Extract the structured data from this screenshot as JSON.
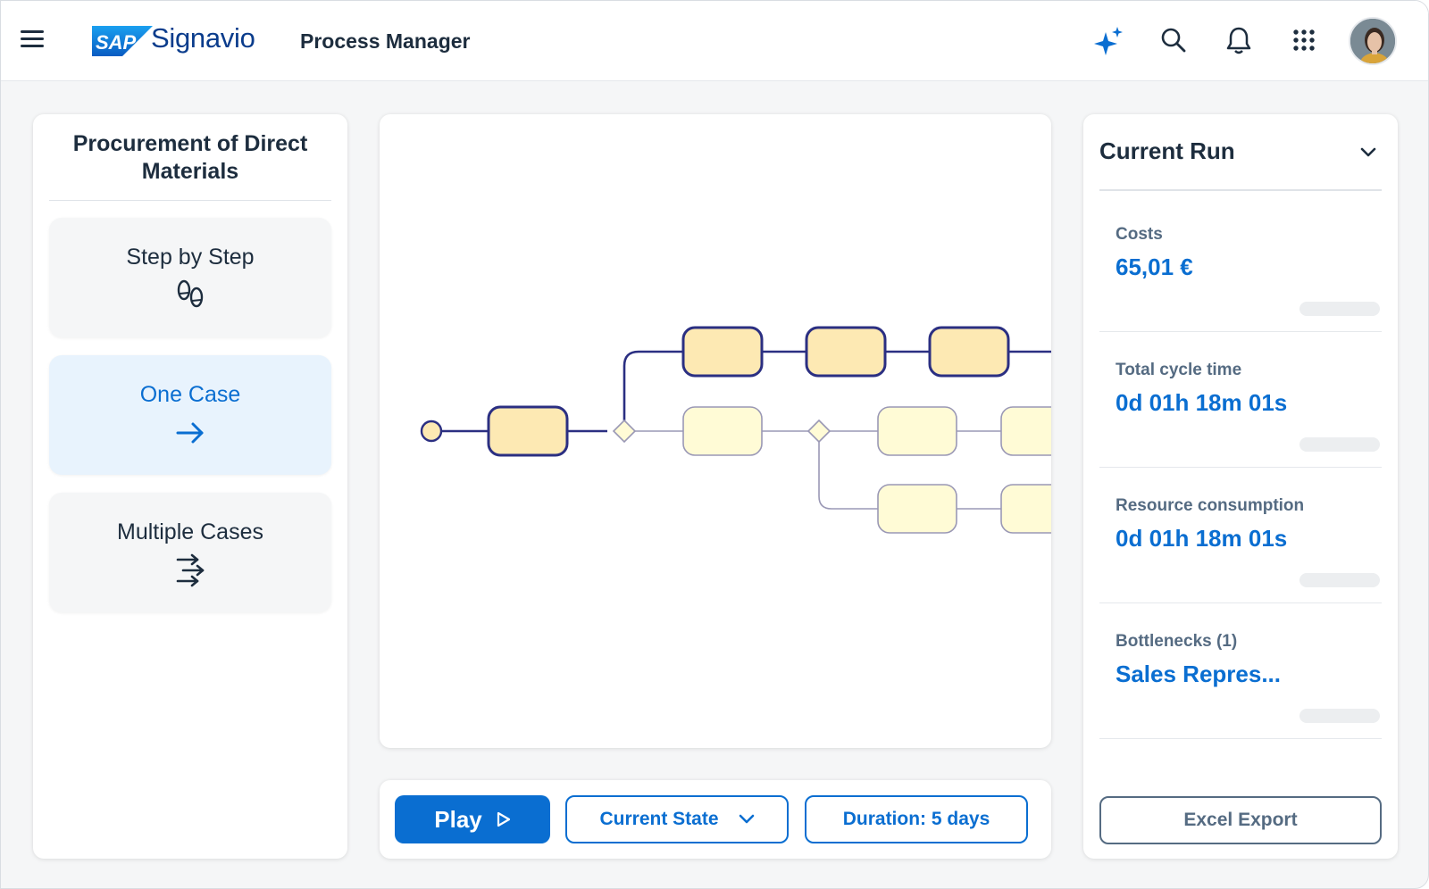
{
  "header": {
    "logo_brand": "SAP",
    "logo_text": "Signavio",
    "product_name": "Process Manager",
    "icons": [
      "menu-icon",
      "sparkle-icon",
      "search-icon",
      "bell-icon",
      "grid-icon"
    ]
  },
  "left_panel": {
    "title": "Procurement of Direct Materials",
    "modes": [
      {
        "label": "Step by Step",
        "icon": "footsteps-icon",
        "active": false
      },
      {
        "label": "One Case",
        "icon": "arrow-right-icon",
        "active": true
      },
      {
        "label": "Multiple Cases",
        "icon": "multiple-arrows-icon",
        "active": false
      }
    ]
  },
  "toolbar": {
    "play_label": "Play",
    "state_label": "Current State",
    "duration_label": "Duration: 5 days"
  },
  "right_panel": {
    "title": "Current Run",
    "kpis": [
      {
        "label": "Costs",
        "value": "65,01 €"
      },
      {
        "label": "Total cycle time",
        "value": "0d 01h 18m 01s"
      },
      {
        "label": "Resource consumption",
        "value": "0d 01h 18m 01s"
      },
      {
        "label": "Bottlenecks (1)",
        "value": "Sales Repres..."
      }
    ],
    "export_label": "Excel Export"
  },
  "colors": {
    "accent": "#0a6ed1",
    "brand_dark": "#0a3c8c",
    "active_task_fill": "#fde9b3",
    "active_task_border": "#2b2f82",
    "pending_task_fill": "#fffbd6",
    "pending_task_border": "#9a98b5"
  }
}
